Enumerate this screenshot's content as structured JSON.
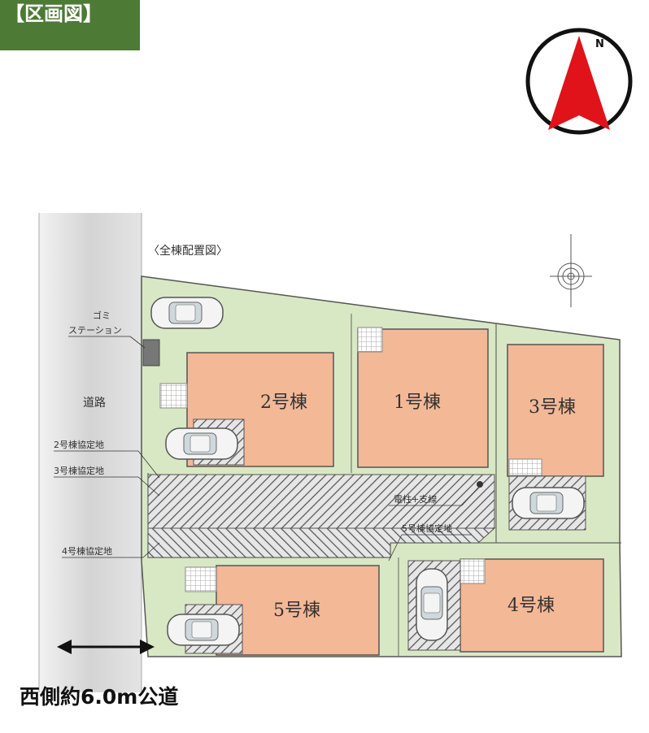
{
  "header": {
    "tag": "【区画図】"
  },
  "compass": {
    "north_label": "N"
  },
  "plan": {
    "subtitle": "〈全棟配置図〉",
    "road_label": "道路",
    "garbage_station": "ゴミ\nステーション",
    "garbage_line1": "ゴミ",
    "garbage_line2": "ステーション",
    "buildings": [
      {
        "id": "b1",
        "label": "1号棟"
      },
      {
        "id": "b2",
        "label": "2号棟"
      },
      {
        "id": "b3",
        "label": "3号棟"
      },
      {
        "id": "b4",
        "label": "4号棟"
      },
      {
        "id": "b5",
        "label": "5号棟"
      }
    ],
    "easements": {
      "b2": "2号棟協定地",
      "b3": "3号棟協定地",
      "b4": "4号棟協定地",
      "b5": "5号棟協定地"
    },
    "pole": "電柱+支線"
  },
  "caption": "西側約6.0m公道",
  "colors": {
    "lot_green": "#d8e8c4",
    "building_orange": "#f3b896",
    "road_gray": "#d9d9d9",
    "header_green": "#4d7a35",
    "compass_red": "#e0131a"
  }
}
